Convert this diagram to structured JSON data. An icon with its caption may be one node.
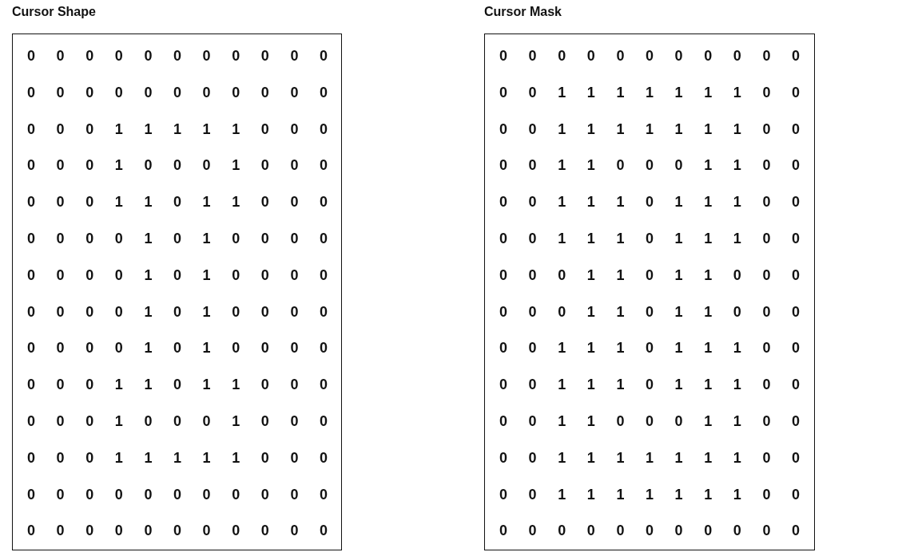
{
  "diagram": {
    "nodes": [
      {
        "text": [
          "Cursor Shape",
          "0",
          "0",
          "0",
          "0",
          "0",
          "0",
          "0",
          "0",
          "0",
          "0",
          "0",
          "0",
          "0",
          "0",
          "0",
          "0",
          "0",
          "0",
          "0",
          "0",
          "0",
          "0",
          "0",
          "0",
          "0",
          "1",
          "1",
          "1",
          "1",
          "1",
          "0",
          "0",
          "0",
          "0",
          "0",
          "0",
          "1",
          "0",
          "0",
          "0",
          "1",
          "0",
          "0",
          "0",
          "0",
          "0",
          "0",
          "1",
          "1",
          "0",
          "1",
          "1",
          "0",
          "0",
          "0",
          "0",
          "0",
          "0",
          "0",
          "1",
          "0",
          "1",
          "0",
          "0",
          "0",
          "0",
          "0",
          "0",
          "0",
          "0",
          "1",
          "0",
          "1",
          "0",
          "0",
          "0",
          "0",
          "0",
          "0",
          "0",
          "0",
          "1",
          "0",
          "1",
          "0",
          "0",
          "0",
          "0",
          "0",
          "0",
          "0",
          "0",
          "1",
          "0",
          "1",
          "0",
          "0",
          "0",
          "0",
          "0",
          "0",
          "0",
          "1",
          "1",
          "0",
          "1",
          "1",
          "0",
          "0",
          "0",
          "0",
          "0",
          "0",
          "1",
          "0",
          "0",
          "0",
          "1",
          "0",
          "0",
          "0",
          "0",
          "0",
          "0",
          "1",
          "1",
          "1",
          "1",
          "1",
          "0",
          "0",
          "0",
          "0",
          "0",
          "0",
          "0",
          "0",
          "0",
          "0",
          "0",
          "0",
          "0",
          "0",
          "0",
          "0",
          "0",
          "0",
          "0",
          "0",
          "0",
          "0",
          "0",
          "0",
          "0"
        ]
      },
      {
        "text": [
          "Cursor Mask",
          "0",
          "0",
          "0",
          "0",
          "0",
          "0",
          "0",
          "0",
          "0",
          "0",
          "0",
          "0",
          "0",
          "1",
          "1",
          "1",
          "1",
          "1",
          "1",
          "1",
          "0",
          "0",
          "0",
          "0",
          "1",
          "1",
          "1",
          "1",
          "1",
          "1",
          "1",
          "0",
          "0",
          "0",
          "0",
          "1",
          "1",
          "0",
          "0",
          "0",
          "1",
          "1",
          "0",
          "0",
          "0",
          "0",
          "1",
          "1",
          "1",
          "0",
          "1",
          "1",
          "1",
          "0",
          "0",
          "0",
          "0",
          "1",
          "1",
          "1",
          "0",
          "1",
          "1",
          "1",
          "0",
          "0",
          "0",
          "0",
          "0",
          "1",
          "1",
          "0",
          "1",
          "1",
          "0",
          "0",
          "0",
          "0",
          "0",
          "0",
          "1",
          "1",
          "0",
          "1",
          "1",
          "0",
          "0",
          "0",
          "0",
          "0",
          "1",
          "1",
          "1",
          "0",
          "1",
          "1",
          "1",
          "0",
          "0",
          "0",
          "0",
          "1",
          "1",
          "1",
          "0",
          "1",
          "1",
          "1",
          "0",
          "0",
          "0",
          "0",
          "1",
          "1",
          "0",
          "0",
          "0",
          "1",
          "1",
          "0",
          "0",
          "0",
          "0",
          "1",
          "1",
          "1",
          "1",
          "1",
          "1",
          "1",
          "0",
          "0",
          "0",
          "0",
          "1",
          "1",
          "1",
          "1",
          "1",
          "1",
          "1",
          "0",
          "0",
          "0",
          "0",
          "0",
          "0",
          "0",
          "0",
          "0",
          "0",
          "0",
          "0",
          "0"
        ]
      }
    ]
  }
}
